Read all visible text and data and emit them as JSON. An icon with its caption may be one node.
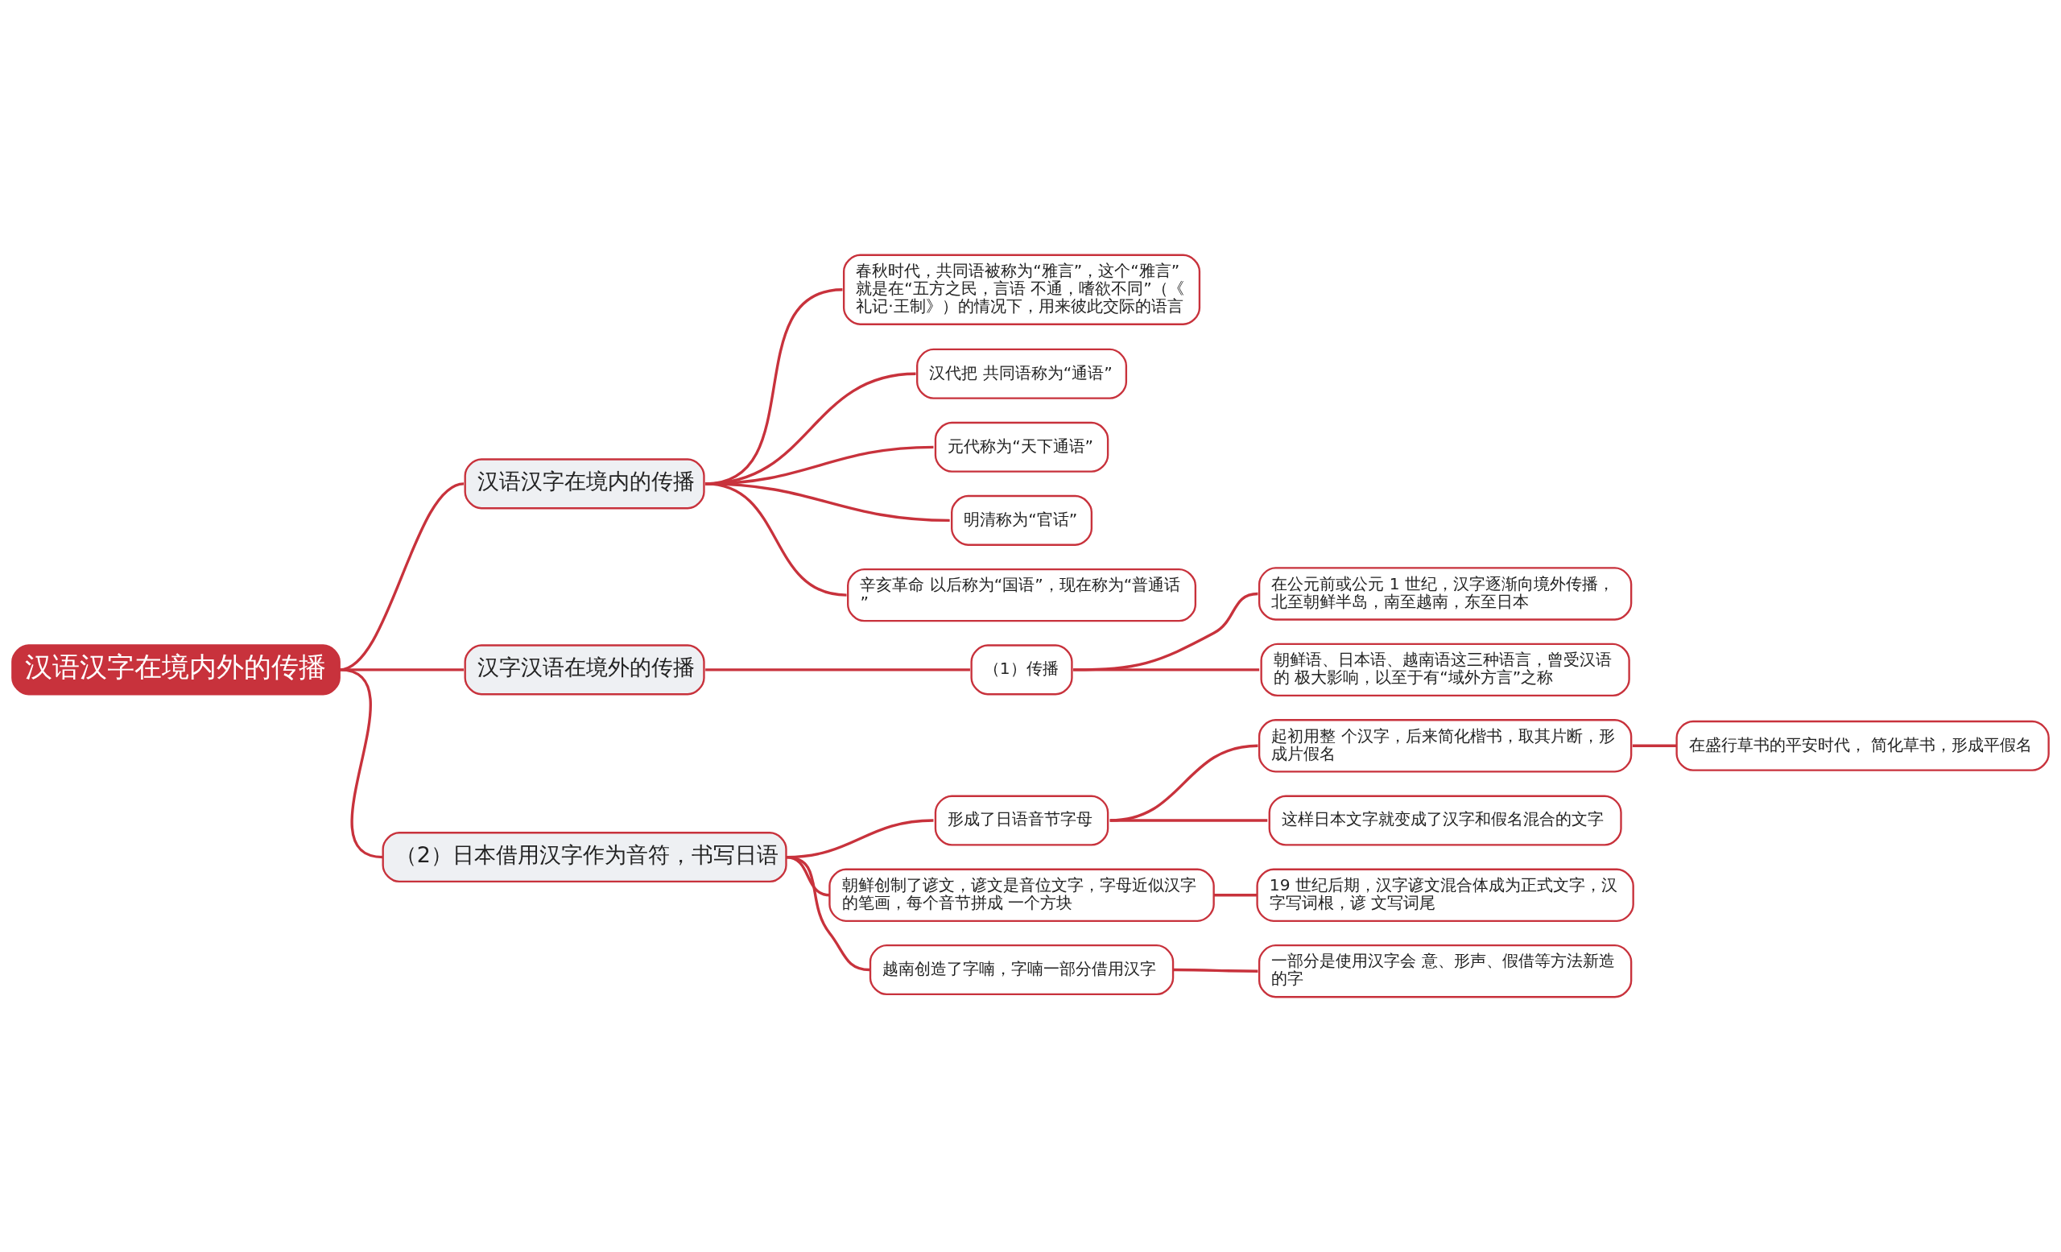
{
  "diagram": {
    "nodes": [
      {
        "text": [
          "汉语汉字在境内外的传播"
        ]
      },
      {
        "text": [
          "汉语汉字在境内的传播"
        ]
      },
      {
        "text": [
          "春秋时代，共同语被称为“雅言”，这个“雅言”就是在“五方之民，言语 不通，嗜欲不同”（《礼记·王制》）的情况下，用来彼此交际的语言"
        ]
      },
      {
        "text": [
          "汉代把 共同语称为“通语”"
        ]
      },
      {
        "text": [
          "元代称为“天下通语”"
        ]
      },
      {
        "text": [
          "明清称为“官话”"
        ]
      },
      {
        "text": [
          "辛亥革命 以后称为“国语”，现在称为“普通话”"
        ]
      },
      {
        "text": [
          "汉字汉语在境外的传播"
        ]
      },
      {
        "text": [
          "（1）传播"
        ]
      },
      {
        "text": [
          "在公元前或公元 1 世纪，汉字逐渐向境外传播，北至朝鲜半岛，南至越南，东至日本"
        ]
      },
      {
        "text": [
          "朝鲜语、日本语、越南语这三种语言，曾受汉语的 极大影响，以至于有“域外方言”之称"
        ]
      },
      {
        "text": [
          "（2）日本借用汉字作为音符，书写日语"
        ]
      },
      {
        "text": [
          "形成了日语音节字母"
        ]
      },
      {
        "text": [
          "起初用整 个汉字，后来简化楷书，取其片断，形成片假名"
        ]
      },
      {
        "text": [
          "在盛行草书的平安时代， 简化草书，形成平假名"
        ]
      },
      {
        "text": [
          "这样日本文字就变成了汉字和假名混合的文字"
        ]
      },
      {
        "text": [
          "朝鲜创制了谚文，谚文是音位文字，字母近似汉字的笔画，每个音节拼成 一个方块"
        ]
      },
      {
        "text": [
          "19 世纪后期，汉字谚文混合体成为正式文字，汉字写词根，谚 文写词尾"
        ]
      },
      {
        "text": [
          "越南创造了字喃，字喃一部分借用汉字"
        ]
      },
      {
        "text": [
          "一部分是使用汉字会 意、形声、假借等方法新造的字"
        ]
      }
    ],
    "edges": [
      {
        "from": 0,
        "to": 1,
        "arrow": "none"
      },
      {
        "from": 1,
        "to": 2,
        "arrow": "none"
      },
      {
        "from": 1,
        "to": 3,
        "arrow": "none"
      },
      {
        "from": 1,
        "to": 4,
        "arrow": "none"
      },
      {
        "from": 1,
        "to": 5,
        "arrow": "none"
      },
      {
        "from": 1,
        "to": 6,
        "arrow": "none"
      },
      {
        "from": 0,
        "to": 7,
        "arrow": "none"
      },
      {
        "from": 7,
        "to": 8,
        "arrow": "none"
      },
      {
        "from": 8,
        "to": 9,
        "arrow": "none"
      },
      {
        "from": 8,
        "to": 10,
        "arrow": "none"
      },
      {
        "from": 0,
        "to": 11,
        "arrow": "none"
      },
      {
        "from": 11,
        "to": 12,
        "arrow": "none"
      },
      {
        "from": 12,
        "to": 13,
        "arrow": "none"
      },
      {
        "from": 13,
        "to": 14,
        "arrow": "none"
      },
      {
        "from": 12,
        "to": 15,
        "arrow": "none"
      },
      {
        "from": 11,
        "to": 16,
        "arrow": "none"
      },
      {
        "from": 16,
        "to": 17,
        "arrow": "none"
      },
      {
        "from": 11,
        "to": 18,
        "arrow": "none"
      },
      {
        "from": 18,
        "to": 19,
        "arrow": "none"
      }
    ]
  }
}
